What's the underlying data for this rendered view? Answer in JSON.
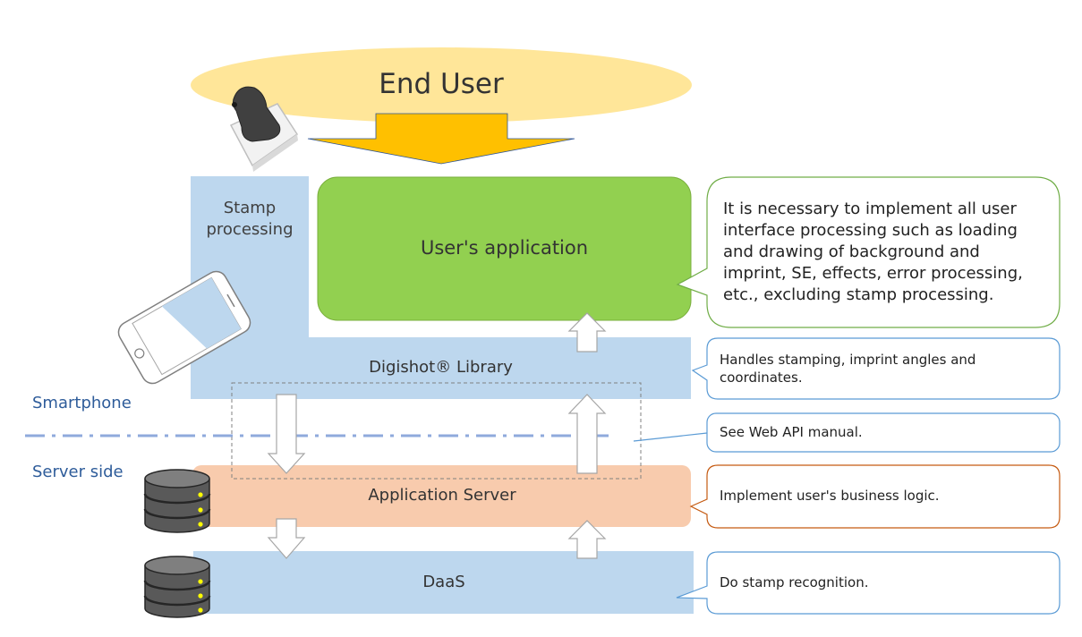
{
  "end_user": {
    "label": "End User"
  },
  "stamp_processing": {
    "line1": "Stamp",
    "line2": "processing"
  },
  "users_application": {
    "label": "User's application"
  },
  "library": {
    "label": "Digishot® Library"
  },
  "zones": {
    "smartphone": "Smartphone",
    "server_side": "Server side"
  },
  "application_server": {
    "label": "Application Server"
  },
  "daas": {
    "label": "DaaS"
  },
  "callouts": {
    "app": {
      "line1": "It is necessary to implement all user",
      "line2": "interface processing such as loading",
      "line3": "and drawing of background and",
      "line4": "imprint, SE, effects, error processing,",
      "line5": "etc., excluding stamp processing."
    },
    "library": {
      "line1": "Handles stamping, imprint angles and",
      "line2": "coordinates."
    },
    "api": {
      "text": "See Web API manual."
    },
    "server": {
      "text": "Implement user's business logic."
    },
    "daas": {
      "text": "Do stamp recognition."
    }
  },
  "colors": {
    "blue_block": "#bdd7ee",
    "green_app": "#92d050",
    "orange_server": "#f8cbad",
    "yellow_ellipse": "#ffe699",
    "arrow_gold": "#ffc000"
  },
  "icons": [
    "stamp-icon",
    "smartphone-icon",
    "database-icon",
    "database-icon"
  ]
}
